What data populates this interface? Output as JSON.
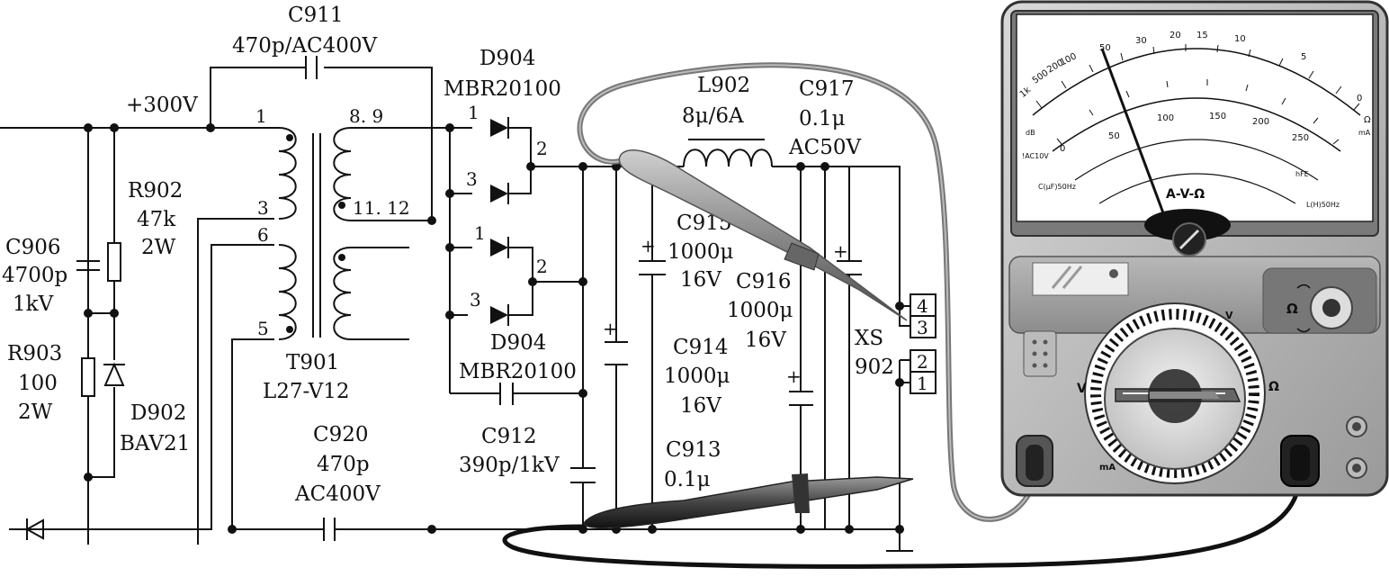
{
  "circuit": {
    "labels": {
      "c911_name": "C911",
      "c911_value": "470p/AC400V",
      "v300": "+300V",
      "r902_name": "R902",
      "r902_value": "47k",
      "r902_power": "2W",
      "c906_name": "C906",
      "c906_value": "4700p",
      "c906_voltage": "1kV",
      "r903_name": "R903",
      "r903_value": "100",
      "r903_power": "2W",
      "d902_name": "D902",
      "d902_type": "BAV21",
      "t901_name": "T901",
      "t901_type": "L27-V12",
      "c920_name": "C920",
      "c920_value": "470p",
      "c920_voltage": "AC400V",
      "d904_top_name": "D904",
      "d904_top_type": "MBR20100",
      "d904_bot_name": "D904",
      "d904_bot_type": "MBR20100",
      "c912_name": "C912",
      "c912_value": "390p/1kV",
      "l902_name": "L902",
      "l902_value": "8μ/6A",
      "c917_name": "C917",
      "c917_value": "0.1μ",
      "c917_voltage": "AC50V",
      "c915_name": "C915",
      "c915_value": "1000μ",
      "c915_voltage": "16V",
      "c916_name": "C916",
      "c916_value": "1000μ",
      "c916_voltage": "16V",
      "c914_name": "C914",
      "c914_value": "1000μ",
      "c914_voltage": "16V",
      "c913_name": "C913",
      "c913_value": "0.1μ",
      "xs_name": "XS",
      "xs_num": "902"
    },
    "pins": {
      "t1": "1",
      "t3": "3",
      "t6": "6",
      "t5": "5",
      "t89": "8. 9",
      "t1112": "11. 12",
      "d1a": "1",
      "d3a": "3",
      "d2a": "2",
      "d1b": "1",
      "d3b": "3",
      "d2b": "2",
      "x4": "4",
      "x3": "3",
      "x2": "2",
      "x1": "1"
    }
  },
  "meter": {
    "ohm_scale": [
      "1k",
      "500",
      "200",
      "100",
      "50",
      "30",
      "20",
      "15",
      "10",
      "5",
      "0"
    ],
    "v_scale": [
      "0",
      "50",
      "100",
      "150",
      "200",
      "250"
    ],
    "scale_labels": {
      "acv": "!AC10V",
      "cap": "C(μF)50Hz",
      "ind": "L(H)50Hz",
      "hfe": "hFE",
      "db": "dB",
      "brand": "A-V-Ω",
      "omega": "Ω",
      "ma": "mA"
    },
    "dial": {
      "v_left": "V",
      "omega_right": "Ω",
      "ma_bottom": "mA",
      "v_top": "V",
      "ohm_knob": "Ω"
    }
  }
}
